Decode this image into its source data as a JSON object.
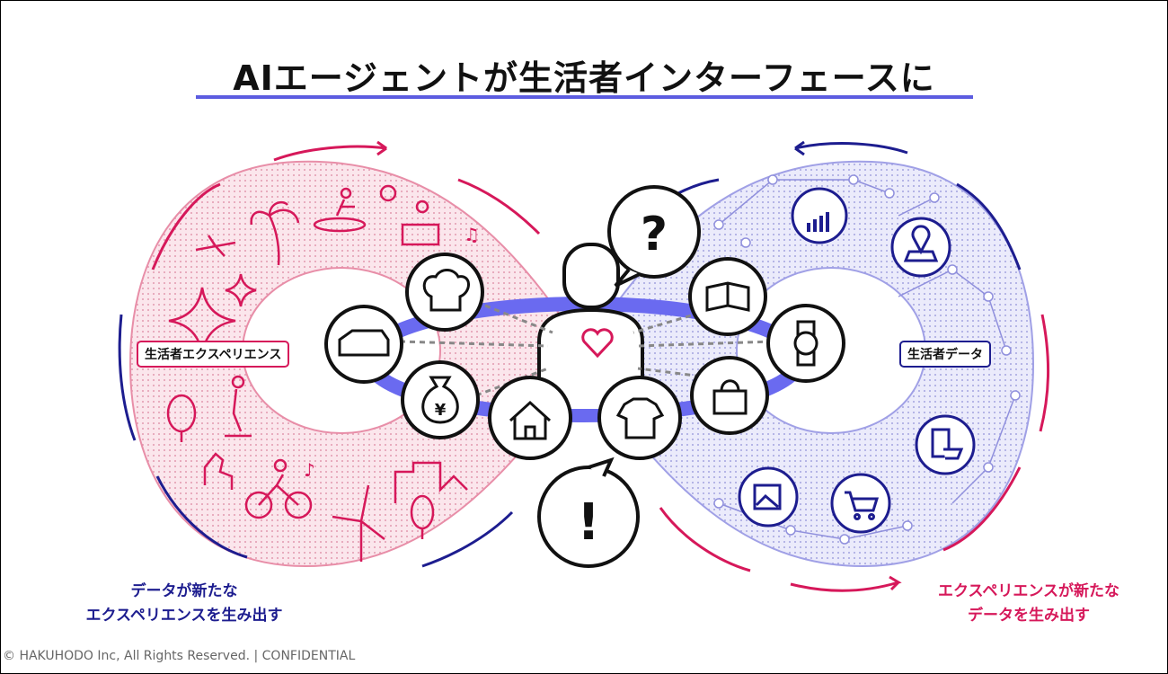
{
  "title": "AIエージェントが生活者インターフェースに",
  "labels": {
    "experience": "生活者エクスペリエンス",
    "data": "生活者データ"
  },
  "captions": {
    "left": [
      "データが新たな",
      "エクスペリエンスを生み出す"
    ],
    "right": [
      "エクスペリエンスが新たな",
      "データを生み出す"
    ]
  },
  "bubbles": {
    "question": "?",
    "exclamation": "!"
  },
  "yen": "¥",
  "footer": "© HAKUHODO Inc, All Rights Reserved. | CONFIDENTIAL",
  "agent_icons": [
    "chef-hat-icon",
    "car-icon",
    "money-bag-icon",
    "house-icon",
    "shirt-icon",
    "book-icon",
    "watch-icon",
    "shopping-bag-icon"
  ],
  "data_icons": [
    "bar-chart-icon",
    "map-pin-icon",
    "phone-cart-icon",
    "image-icon",
    "cart-icon"
  ],
  "colors": {
    "pink": "#d6185a",
    "navy": "#1d1d8f",
    "ring": "#6a6af0",
    "pink_fill": "#f7dbe3",
    "blue_fill": "#dcdcf7"
  }
}
